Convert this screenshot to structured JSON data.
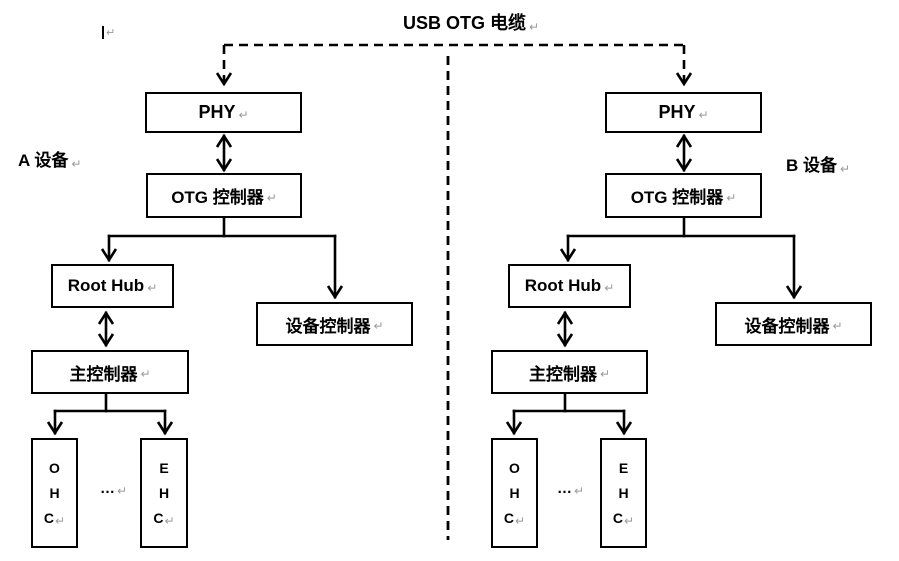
{
  "title": "USB OTG 电缆",
  "marks": {
    "return": "↵"
  },
  "labels": {
    "device_a": "A 设备",
    "device_b": "B 设备",
    "phy": "PHY",
    "otg_controller": "OTG 控制器",
    "root_hub": "Root Hub",
    "device_controller": "设备控制器",
    "host_controller": "主控制器",
    "ellipsis": "…",
    "ohc_letters": [
      "O",
      "H",
      "C"
    ],
    "ehc_letters": [
      "E",
      "H",
      "C"
    ]
  },
  "colors": {
    "line": "#000000",
    "text": "#000000",
    "mark": "#9a9a9a",
    "background": "#ffffff"
  }
}
